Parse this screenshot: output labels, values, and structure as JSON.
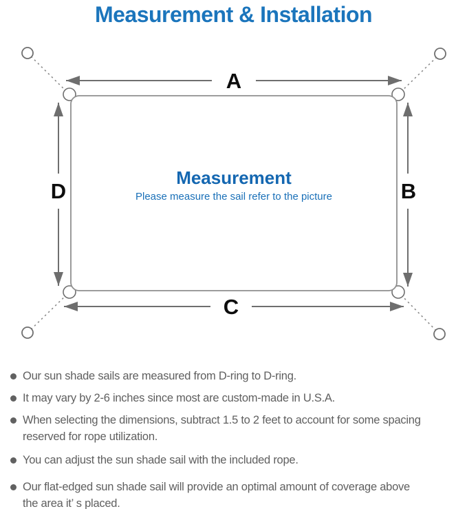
{
  "title": "Measurement & Installation",
  "diagram": {
    "labels": {
      "top": "A",
      "right": "B",
      "bottom": "C",
      "left": "D"
    },
    "center_heading": "Measurement",
    "center_subtitle": "Please measure the sail refer to the picture"
  },
  "notes": [
    "Our sun shade sails are measured from D-ring to D-ring.",
    "It may vary by 2-6 inches since most are custom-made in U.S.A.",
    "When selecting the dimensions, subtract 1.5 to 2 feet to account for some spacing\nreserved for rope utilization.",
    "You can adjust the sun shade sail with the included rope.",
    "Our flat-edged sun shade sail will provide an optimal amount of coverage above\nthe area it’ s placed."
  ],
  "colors": {
    "title_blue": "#1B75BC",
    "center_heading_blue": "#1467B1",
    "center_subtitle_blue": "#1A70B8",
    "body_text_gray": "#5F5F5F",
    "diagram_line_gray": "#6E6E6E"
  }
}
